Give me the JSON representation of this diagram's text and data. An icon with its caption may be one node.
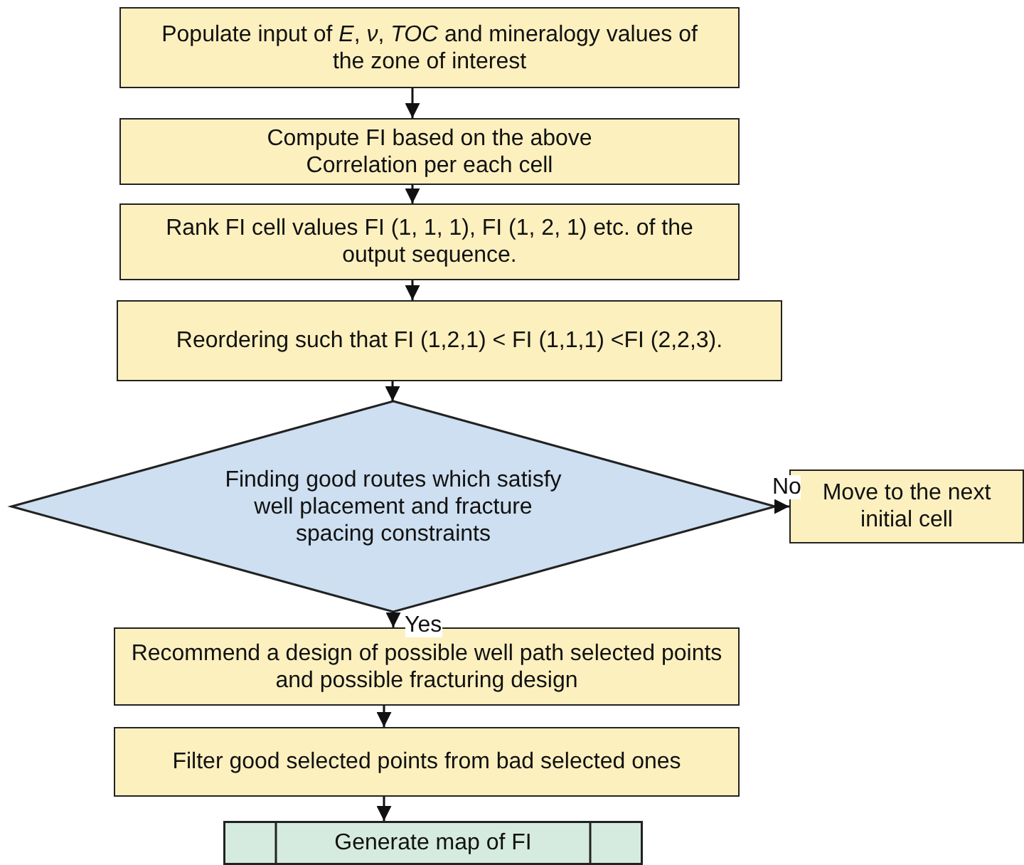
{
  "diagram": {
    "nodes": [
      {
        "text": [
          "Populate input of *E*, *ν*, *TOC* and mineralogy values of the zone of interest"
        ]
      },
      {
        "text": [
          "Compute FI based on the above Correlation per each cell"
        ]
      },
      {
        "text": [
          "Rank FI cell values FI (1, 1, 1), FI (1, 2, 1) etc. of the output sequence."
        ]
      },
      {
        "text": [
          "Reordering such that FI (1,2,1) < FI (1,1,1) <FI (2,2,3)."
        ]
      },
      {
        "text": [
          "Finding good routes which satisfy well placement and fracture spacing constraints"
        ]
      },
      {
        "text": [
          "Move to the next initial cell"
        ]
      },
      {
        "text": [
          "Recommend a design of possible well path selected points and possible fracturing design"
        ]
      },
      {
        "text": [
          "Filter good selected points from bad selected ones"
        ]
      },
      {
        "text": [
          "Generate map of FI"
        ]
      }
    ],
    "edges": [
      {
        "from": 0,
        "to": 1,
        "arrow": "to"
      },
      {
        "from": 1,
        "to": 2,
        "arrow": "to"
      },
      {
        "from": 2,
        "to": 3,
        "arrow": "to"
      },
      {
        "from": 3,
        "to": 4,
        "arrow": "to"
      },
      {
        "from": 4,
        "to": 5,
        "arrow": "to",
        "label": "No"
      },
      {
        "from": 4,
        "to": 6,
        "arrow": "to",
        "label": "Yes"
      },
      {
        "from": 6,
        "to": 7,
        "arrow": "to"
      },
      {
        "from": 7,
        "to": 8,
        "arrow": "to"
      }
    ]
  }
}
